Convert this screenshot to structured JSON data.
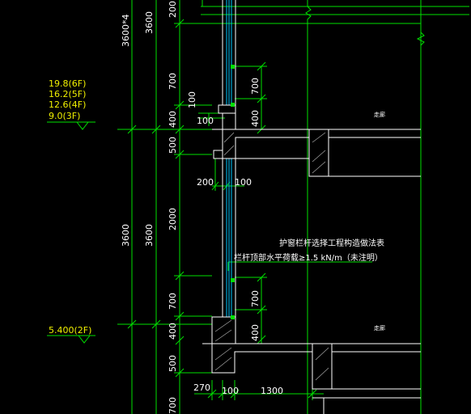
{
  "drawing": {
    "colors": {
      "background": "#000000",
      "green": "#00e000",
      "white": "#ffffff",
      "cyan": "#00c8ff",
      "yellow": "#f0f000",
      "gray": "#b4b4b4"
    },
    "overall_dims": {
      "typical_floors": "3600*4",
      "typical_floor": "3600",
      "second_floor": "3600",
      "second_floor_inner": "3600"
    },
    "top_segment": "200",
    "upper_segments": [
      "700",
      "400",
      "500"
    ],
    "lower_segments": [
      "2000",
      "700",
      "400",
      "500"
    ],
    "bottom_segment": "700",
    "local_dims": {
      "d100_a": "100",
      "d100_b": "100",
      "d400_upper": "400",
      "d700_upper": "700",
      "d200": "200",
      "d100_c": "100",
      "d700_lower": "700",
      "d400_lower": "400"
    },
    "bottom_dims": [
      "270",
      "100",
      "1300"
    ],
    "elevations": {
      "upper": [
        "19.8(6F)",
        "16.2(5F)",
        "12.6(4F)",
        "9.0(3F)"
      ],
      "lower": "5.400(2F)"
    },
    "notes": {
      "line1": "护窗栏杆选择工程构造做法表",
      "line2": "栏杆顶部水平荷载≥1.5 kN/m（未注明）"
    },
    "room_labels": [
      "走廊",
      "走廊"
    ]
  }
}
